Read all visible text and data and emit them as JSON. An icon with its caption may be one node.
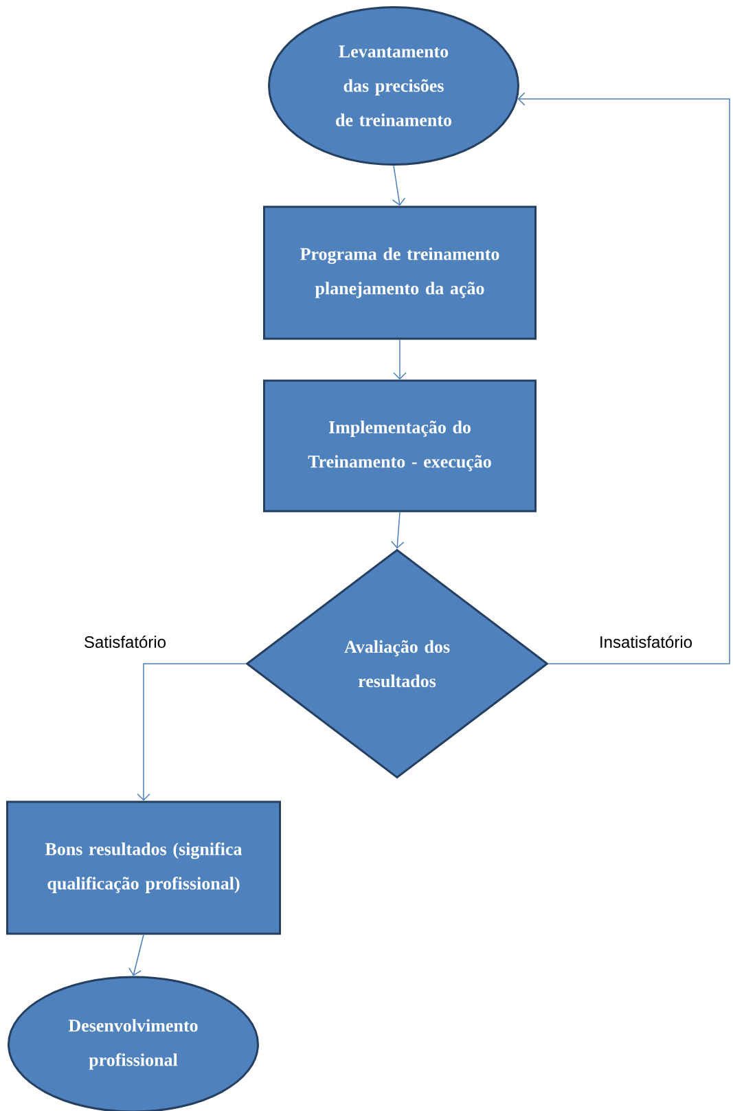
{
  "diagram": {
    "nodes": [
      {
        "text": [
          "Levantamento das precisões de treinamento"
        ]
      },
      {
        "text": [
          "Programa de treinamento planejamento da ação"
        ]
      },
      {
        "text": [
          "Implementação do Treinamento - execução"
        ]
      },
      {
        "text": [
          "Avaliação dos resultados"
        ]
      },
      {
        "text": [
          "Bons resultados (significa qualificação profissional)"
        ]
      },
      {
        "text": [
          "Desenvolvimento profissional"
        ]
      }
    ],
    "edges": [
      {
        "from": 0,
        "to": 1,
        "arrow": "to"
      },
      {
        "from": 1,
        "to": 2,
        "arrow": "to"
      },
      {
        "from": 2,
        "to": 3,
        "arrow": "to"
      },
      {
        "from": 3,
        "to": 4,
        "arrow": "to",
        "label": "Satisfatório"
      },
      {
        "from": 4,
        "to": 5,
        "arrow": "to"
      },
      {
        "from": 3,
        "to": 0,
        "arrow": "to",
        "label": "Insatisfatório"
      }
    ]
  }
}
